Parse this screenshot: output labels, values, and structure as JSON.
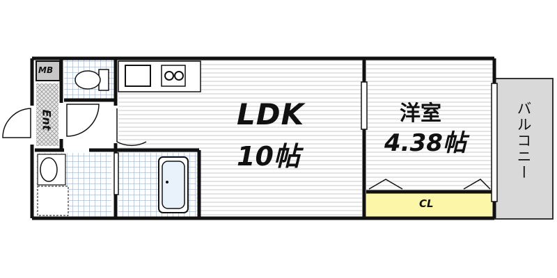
{
  "rooms": {
    "ldk_label": "LDK",
    "ldk_size": "10帖",
    "western_label": "洋室",
    "western_size": "4.38帖",
    "closet_label": "CL",
    "meter_box_label": "MB",
    "entrance_label": "Ent",
    "balcony_label": "バルコニー"
  },
  "colors": {
    "wall": "#111111",
    "floor_stripe": "#c8c8c8",
    "tile": "#7fa7e6",
    "closet_fill": "#fbf6a8",
    "balcony_fill": "#d9d9d9",
    "mb_fill": "#c7c7c7"
  }
}
